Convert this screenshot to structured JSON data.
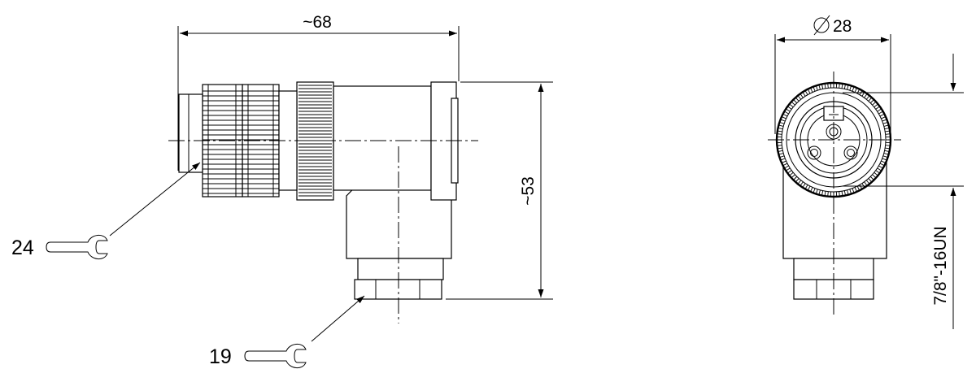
{
  "dimensions": {
    "width_label": "~68",
    "height_label": "~53",
    "diameter_label": "28",
    "thread_label": "7/8\"-16UN"
  },
  "wrench_sizes": {
    "coupling_nut": "24",
    "cable_gland": "19"
  },
  "icons": {
    "diameter_symbol": "diameter-icon",
    "wrench": "open-end-wrench-icon"
  },
  "colors": {
    "line": "#000000",
    "background": "#ffffff"
  }
}
